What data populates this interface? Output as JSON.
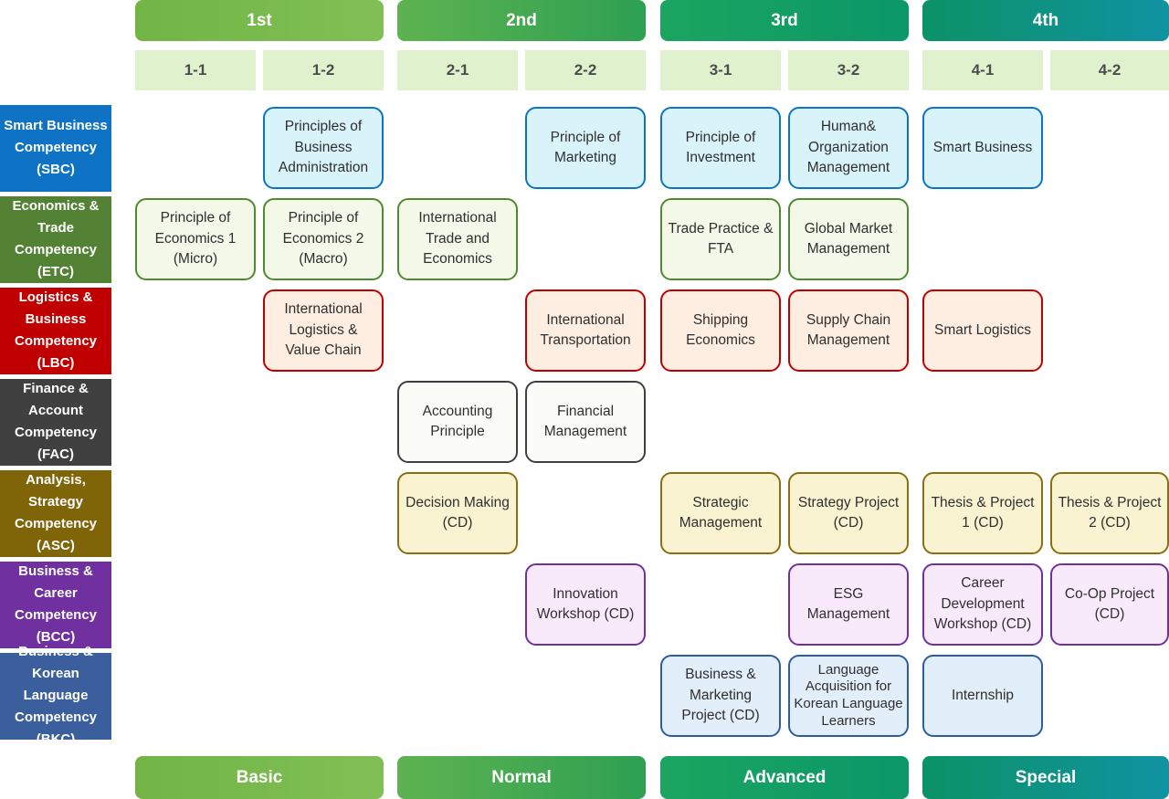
{
  "header": {
    "years": [
      {
        "label": "1st"
      },
      {
        "label": "2nd"
      },
      {
        "label": "3rd"
      },
      {
        "label": "4th"
      }
    ],
    "semesters": [
      {
        "label": "1-1"
      },
      {
        "label": "1-2"
      },
      {
        "label": "2-1"
      },
      {
        "label": "2-2"
      },
      {
        "label": "3-1"
      },
      {
        "label": "3-2"
      },
      {
        "label": "4-1"
      },
      {
        "label": "4-2"
      }
    ]
  },
  "competencies": [
    {
      "abbr": "SBC",
      "label": "Smart Business\nCompetency\n(SBC)",
      "color": "#0e73c4"
    },
    {
      "abbr": "ETC",
      "label": "Economics &\nTrade\nCompetency\n(ETC)",
      "color": "#548235"
    },
    {
      "abbr": "LBC",
      "label": "Logistics &\nBusiness\nCompetency\n(LBC)",
      "color": "#c00000"
    },
    {
      "abbr": "FAC",
      "label": "Finance &\nAccount\nCompetency\n(FAC)",
      "color": "#404040"
    },
    {
      "abbr": "ASC",
      "label": "Analysis,\nStrategy\nCompetency\n(ASC)",
      "color": "#7f6408"
    },
    {
      "abbr": "BCC",
      "label": "Business &\nCareer\nCompetency\n(BCC)",
      "color": "#7030a0"
    },
    {
      "abbr": "BKC",
      "label": "Business &\nKorean Language\nCompetency\n(BKC)",
      "color": "#3b5f9d"
    }
  ],
  "courses": [
    {
      "label": "Principles of Business Administration",
      "competency": "SBC",
      "semester": "1-2"
    },
    {
      "label": "Principle of Marketing",
      "competency": "SBC",
      "semester": "2-2"
    },
    {
      "label": "Principle of Investment",
      "competency": "SBC",
      "semester": "3-1"
    },
    {
      "label": "Human& Organization Management",
      "competency": "SBC",
      "semester": "3-2"
    },
    {
      "label": "Smart Business",
      "competency": "SBC",
      "semester": "4-1"
    },
    {
      "label": "Principle of Economics 1 (Micro)",
      "competency": "ETC",
      "semester": "1-1"
    },
    {
      "label": "Principle of Economics 2 (Macro)",
      "competency": "ETC",
      "semester": "1-2"
    },
    {
      "label": "International Trade and Economics",
      "competency": "ETC",
      "semester": "2-1"
    },
    {
      "label": "Trade Practice & FTA",
      "competency": "ETC",
      "semester": "3-1"
    },
    {
      "label": "Global Market Management",
      "competency": "ETC",
      "semester": "3-2"
    },
    {
      "label": "International Logistics & Value Chain",
      "competency": "LBC",
      "semester": "1-2"
    },
    {
      "label": "International Transportation",
      "competency": "LBC",
      "semester": "2-2"
    },
    {
      "label": "Shipping Economics",
      "competency": "LBC",
      "semester": "3-1"
    },
    {
      "label": "Supply Chain Management",
      "competency": "LBC",
      "semester": "3-2"
    },
    {
      "label": "Smart Logistics",
      "competency": "LBC",
      "semester": "4-1"
    },
    {
      "label": "Accounting Principle",
      "competency": "FAC",
      "semester": "2-1"
    },
    {
      "label": "Financial Management",
      "competency": "FAC",
      "semester": "2-2"
    },
    {
      "label": "Decision Making (CD)",
      "competency": "ASC",
      "semester": "2-1"
    },
    {
      "label": "Strategic Management",
      "competency": "ASC",
      "semester": "3-1"
    },
    {
      "label": "Strategy Project (CD)",
      "competency": "ASC",
      "semester": "3-2"
    },
    {
      "label": "Thesis & Project 1 (CD)",
      "competency": "ASC",
      "semester": "4-1"
    },
    {
      "label": "Thesis & Project 2 (CD)",
      "competency": "ASC",
      "semester": "4-2"
    },
    {
      "label": "Innovation Workshop (CD)",
      "competency": "BCC",
      "semester": "2-2"
    },
    {
      "label": "ESG Management",
      "competency": "BCC",
      "semester": "3-2"
    },
    {
      "label": "Career Development Workshop (CD)",
      "competency": "BCC",
      "semester": "4-1"
    },
    {
      "label": "Co-Op Project (CD)",
      "competency": "BCC",
      "semester": "4-2"
    },
    {
      "label": "Business & Marketing Project (CD)",
      "competency": "BKC",
      "semester": "3-1"
    },
    {
      "label": "Language Acquisition for Korean Language Learners",
      "competency": "BKC",
      "semester": "3-2"
    },
    {
      "label": "Internship",
      "competency": "BKC",
      "semester": "4-1"
    }
  ],
  "footer": {
    "levels": [
      {
        "label": "Basic"
      },
      {
        "label": "Normal"
      },
      {
        "label": "Advanced"
      },
      {
        "label": "Special"
      }
    ]
  },
  "colors": {
    "year_basic": "#76b84b",
    "year_normal": "#2da052",
    "year_advanced": "#0b9769",
    "year_special": "#0f93a0",
    "semester_cell": "#dff2cd",
    "sbc_box_border": "#0b74c8",
    "etc_box_border": "#4e8a30",
    "lbc_box_border": "#c00000",
    "fac_box_border": "#3f3f3f",
    "asc_box_border": "#8a6e10",
    "bcc_box_border": "#7030a0",
    "bkc_box_border": "#2e5c9e"
  }
}
